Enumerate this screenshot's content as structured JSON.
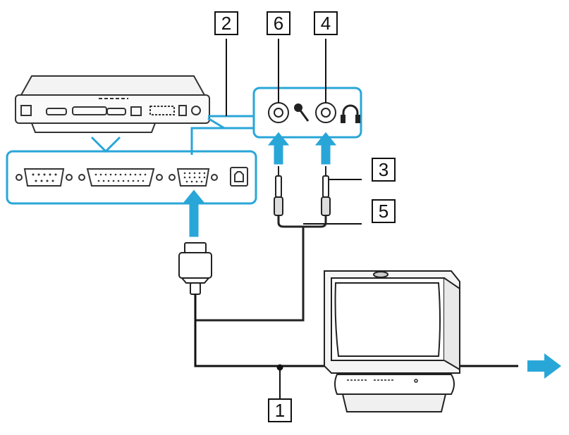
{
  "callouts": {
    "c1": "1",
    "c2": "2",
    "c3": "3",
    "c4": "4",
    "c5": "5",
    "c6": "6"
  },
  "colors": {
    "accent": "#29a6d8",
    "line": "#111111",
    "outline": "#333333"
  },
  "icons": [
    "laptop-back-icon",
    "vga-port-icon",
    "serial-port-icon",
    "parallel-port-icon",
    "modem-port-icon",
    "microphone-icon",
    "headphones-icon",
    "audio-cable-icon",
    "vga-connector-icon",
    "monitor-icon",
    "arrow-right-icon"
  ]
}
